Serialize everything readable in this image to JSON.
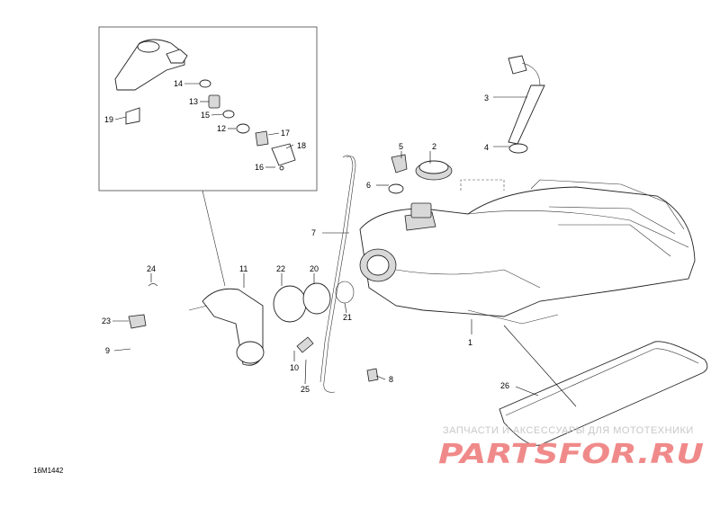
{
  "callouts": [
    "1",
    "2",
    "3",
    "4",
    "5",
    "6",
    "7",
    "8",
    "9",
    "10",
    "11",
    "12",
    "13",
    "14",
    "15",
    "16",
    "17",
    "18",
    "19",
    "20",
    "21",
    "22",
    "23",
    "24",
    "25",
    "26"
  ],
  "diagram_ref": "16M1442",
  "watermark": {
    "caption": "ЗАПЧАСТИ И АКСЕССУАРЫ ДЛЯ МОТОТЕХНИКИ",
    "logo": "PARTSFOR.RU"
  },
  "colors": {
    "line": "#222222",
    "watermark_logo": "#f08a8a",
    "watermark_caption": "#c8c8c8"
  }
}
